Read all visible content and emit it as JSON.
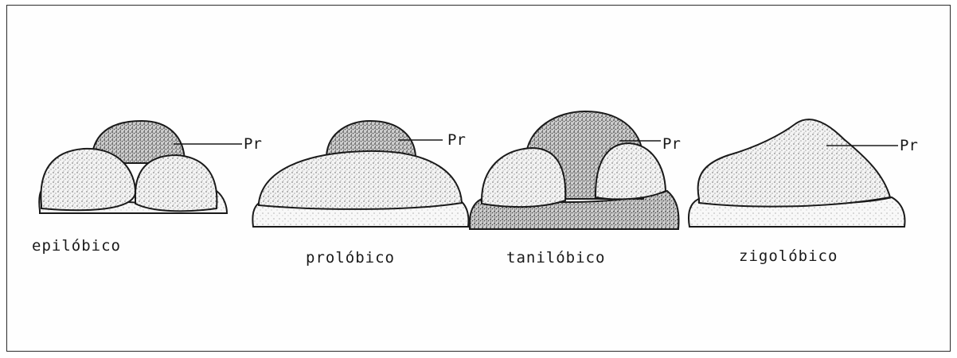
{
  "figure": {
    "panels": [
      {
        "caption": "epilóbico",
        "label": "Pr"
      },
      {
        "caption": "prolóbico",
        "label": "Pr"
      },
      {
        "caption": "tanilóbico",
        "label": "Pr"
      },
      {
        "caption": "zigolóbico",
        "label": "Pr"
      }
    ]
  }
}
